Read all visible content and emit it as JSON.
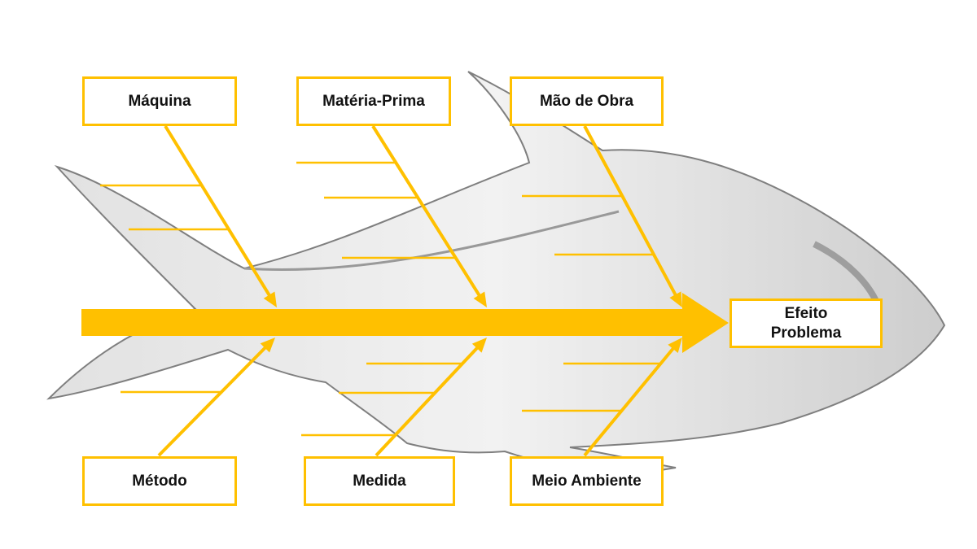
{
  "accent_color": "#FFC000",
  "effect": {
    "line1": "Efeito",
    "line2": "Problema"
  },
  "categories": {
    "top": [
      "Máquina",
      "Matéria-Prima",
      "Mão de Obra"
    ],
    "bottom": [
      "Método",
      "Medida",
      "Meio Ambiente"
    ]
  }
}
